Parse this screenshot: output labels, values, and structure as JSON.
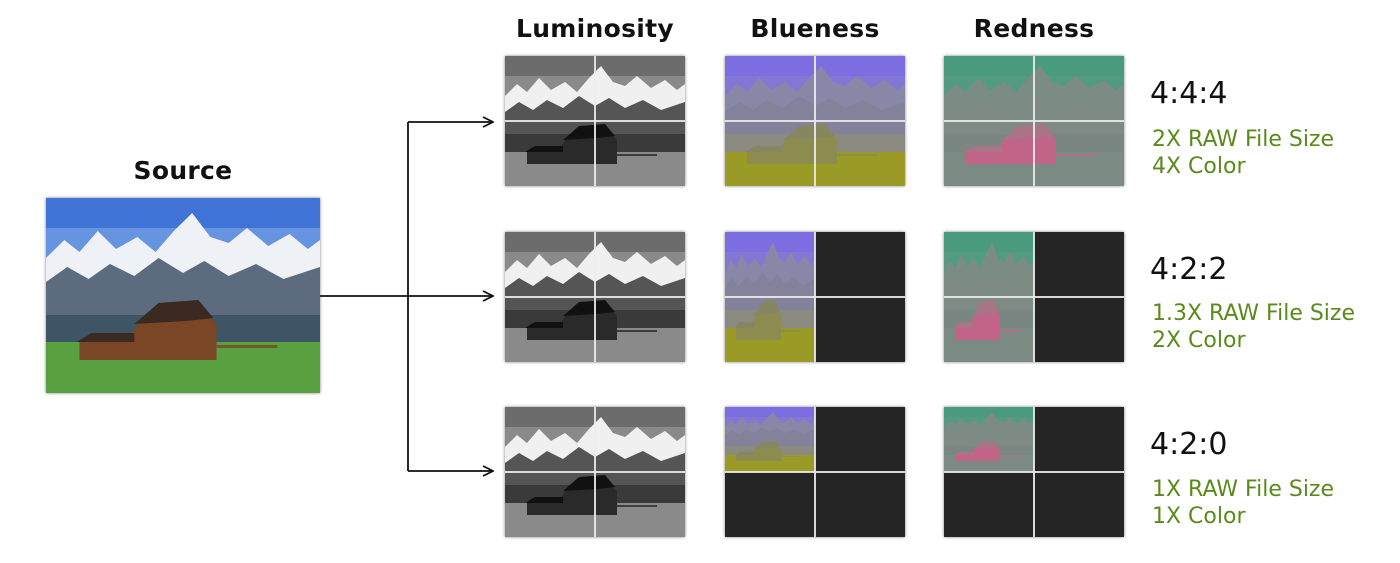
{
  "source": {
    "label": "Source"
  },
  "columns": [
    {
      "key": "lum",
      "label": "Luminosity"
    },
    {
      "key": "blue",
      "label": "Blueness"
    },
    {
      "key": "red",
      "label": "Redness"
    }
  ],
  "rows": [
    {
      "ratio": "4:4:4",
      "file_size": "2X RAW File Size",
      "color": "4X Color",
      "chroma_coverage": "full"
    },
    {
      "ratio": "4:2:2",
      "file_size": "1.3X RAW File Size",
      "color": "2X Color",
      "chroma_coverage": "left-half"
    },
    {
      "ratio": "4:2:0",
      "file_size": "1X RAW File Size",
      "color": "1X Color",
      "chroma_coverage": "top-left-quarter"
    }
  ],
  "colors": {
    "accent_green": "#5a8a1c",
    "empty_quadrant": "#252525"
  }
}
